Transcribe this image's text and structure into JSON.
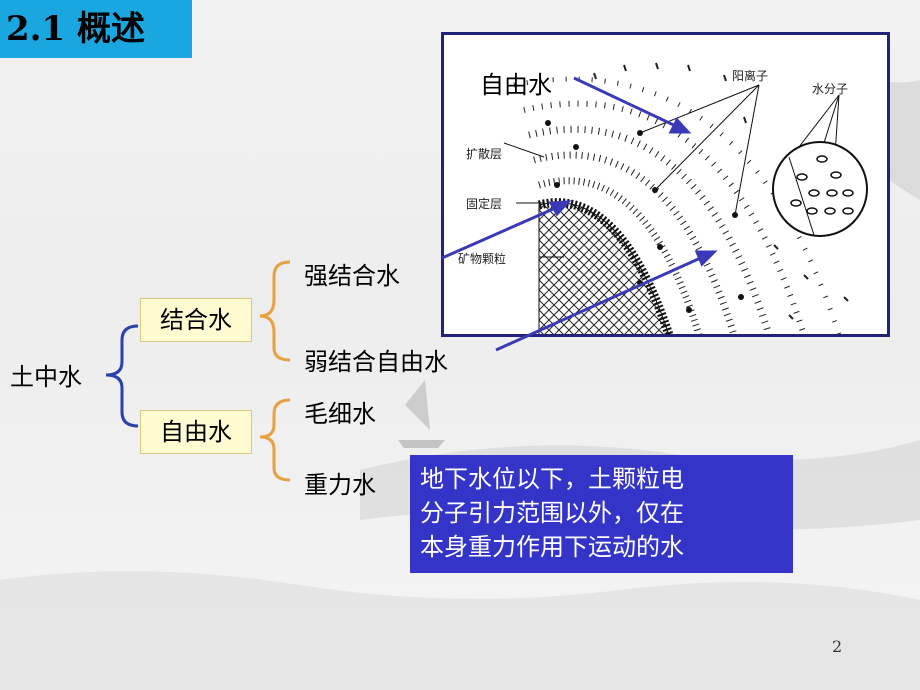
{
  "title": "2.1  概述",
  "tree": {
    "root": "土中水",
    "bound_water": "结合水",
    "free_water": "自由水",
    "strong_bound": "强结合水",
    "weak_bound": "弱结合自由水",
    "capillary": "毛细水",
    "gravity": "重力水"
  },
  "diagram": {
    "free_water_label": "自由水",
    "cations": "阳离子",
    "water_molecules": "水分子",
    "diffuse_layer": "扩散层",
    "fixed_layer": "固定层",
    "mineral_particle": "矿物颗粒"
  },
  "note": "地下水位以下，土颗粒电\n分子引力范围以外，仅在\n本身重力作用下运动的水",
  "page_number": "2",
  "colors": {
    "title_bg": "#1aa7e0",
    "note_bg": "#3434c8",
    "brace": "#2a3fb0",
    "brace_orange": "#e8a040",
    "arrow": "#3a3ab8",
    "chip_bg": "#fffbd0"
  }
}
